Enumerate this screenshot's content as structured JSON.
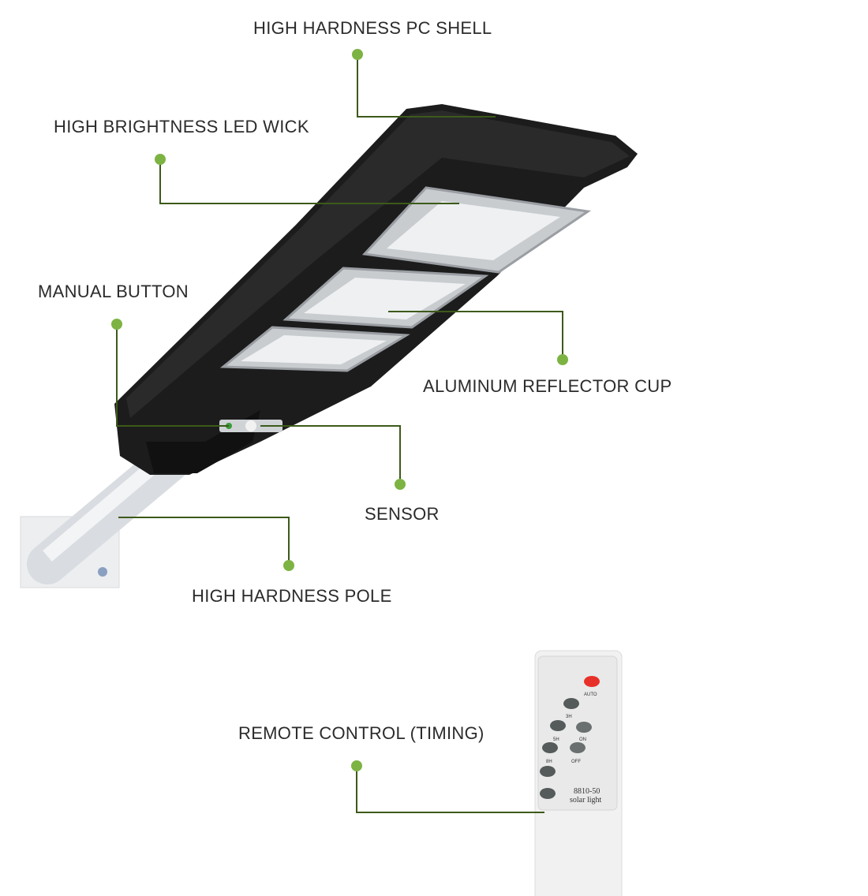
{
  "callouts": {
    "pc_shell": "HIGH HARDNESS PC SHELL",
    "led_wick": "HIGH BRIGHTNESS LED WICK",
    "manual_button": "MANUAL BUTTON",
    "reflector_cup": "ALUMINUM REFLECTOR CUP",
    "sensor": "SENSOR",
    "pole": "HIGH HARDNESS POLE",
    "remote": "REMOTE CONTROL (TIMING)"
  },
  "remote": {
    "auto": "AUTO",
    "b3h": "3H",
    "b5h": "5H",
    "on": "ON",
    "b8h": "8H",
    "off": "OFF",
    "model": "8810-50",
    "name": "solar light"
  },
  "colors": {
    "leader_line": "#3d5a1a",
    "dot": "#7db343",
    "lamp_body": "#1c1c1c",
    "remote_red": "#e8302a"
  }
}
